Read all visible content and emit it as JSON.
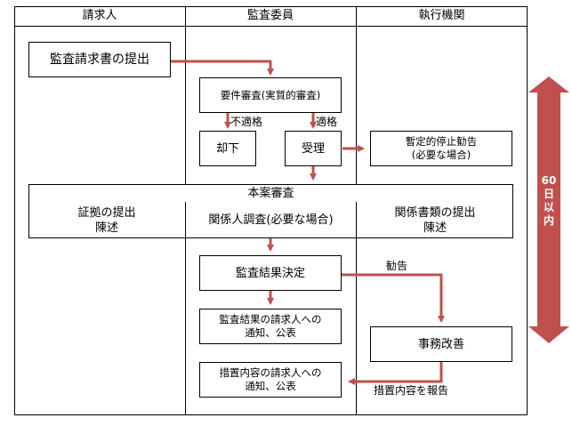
{
  "lanes": [
    "請求人",
    "監査委員",
    "執行機関"
  ],
  "nodes": {
    "submit": "監査請求書の提出",
    "review": "要件審査(実質的審査)",
    "reject": "却下",
    "accept": "受理",
    "suspend": "暫定的停止勧告\n(必要な場合)",
    "case_review": "本案審査",
    "evidence": "証拠の提出\n陳述",
    "interview": "関係人調査(必要な場合)",
    "documents": "関係書類の提出\n陳述",
    "decision": "監査結果決定",
    "notify_result": "監査結果の請求人への\n通知、公表",
    "improvement": "事務改善",
    "notify_measures": "措置内容の請求人への\n通知、公表"
  },
  "edge_labels": {
    "unqualified": "不適格",
    "qualified": "適格",
    "recommend": "勧告",
    "report": "措置内容を報告"
  },
  "deadline": "60\n日\n以\n内",
  "colors": {
    "arrow": "#c0504d",
    "border": "#000000"
  }
}
